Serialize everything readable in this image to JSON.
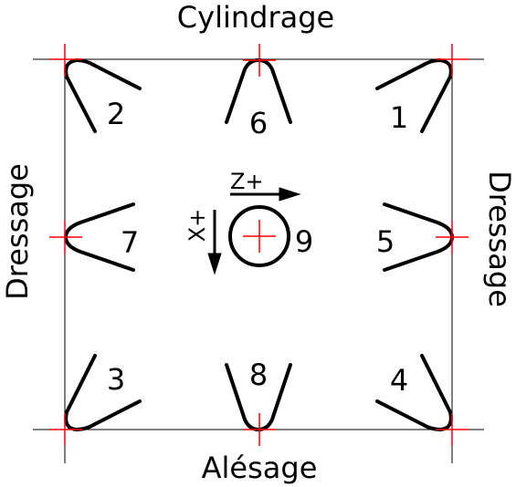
{
  "colors": {
    "line": "#000000",
    "cross": "#ff0000",
    "background": "#ffffff"
  },
  "labels": {
    "top": "Cylindrage",
    "bottom": "Alésage",
    "left": "Dressage",
    "right": "Dressage"
  },
  "axes": {
    "z": "Z+",
    "x": "X+"
  },
  "positions": {
    "p1": "1",
    "p2": "2",
    "p3": "3",
    "p4": "4",
    "p5": "5",
    "p6": "6",
    "p7": "7",
    "p8": "8",
    "p9": "9"
  }
}
